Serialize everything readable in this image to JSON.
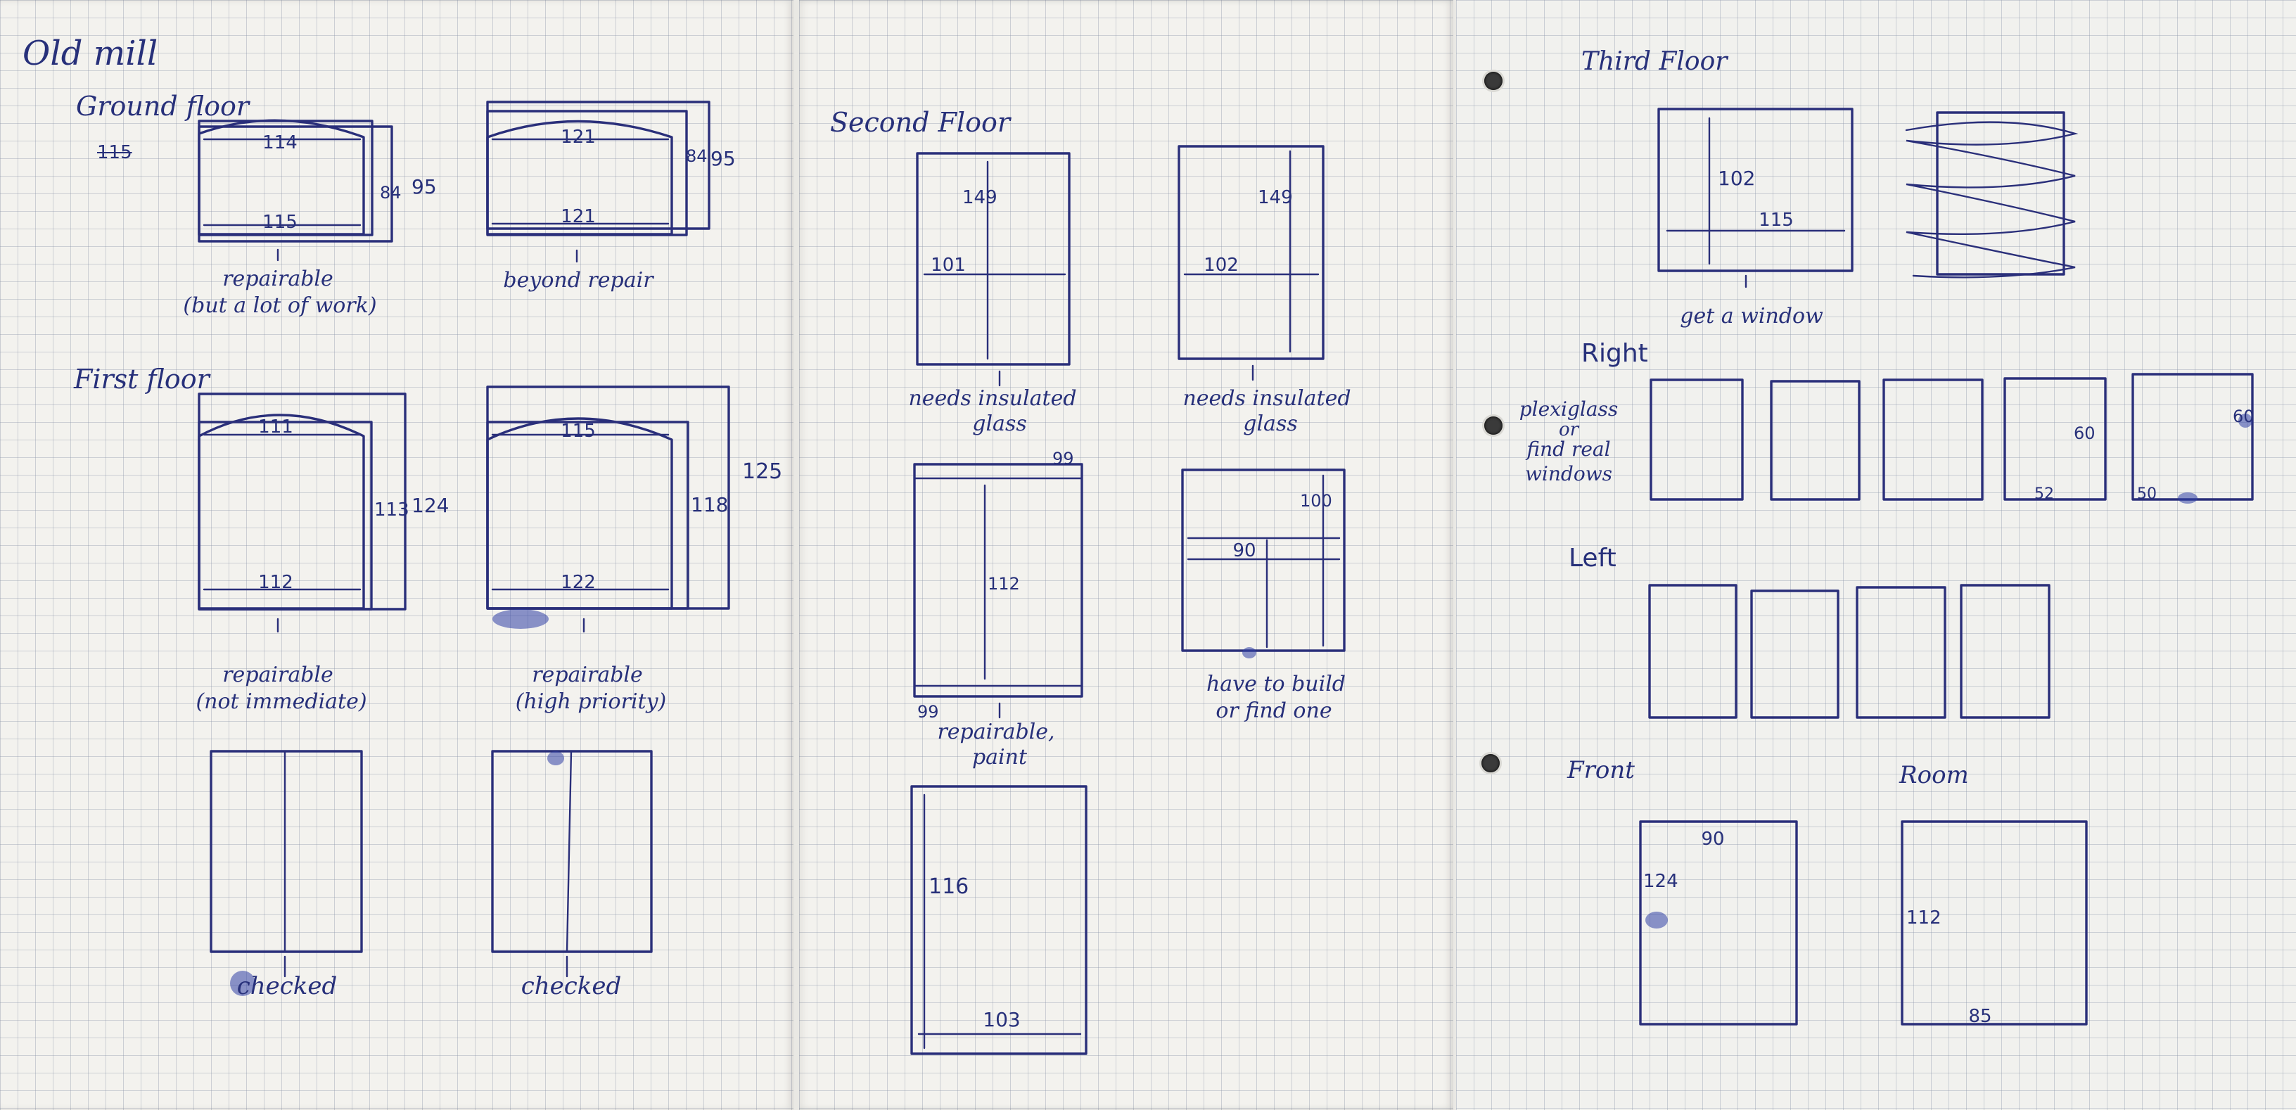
{
  "page1": {
    "title": "Old mill",
    "ground_floor": {
      "heading": "Ground floor",
      "margin_note": "115",
      "window_a": {
        "top": "114",
        "bottom": "115",
        "inner_h": "84",
        "outer_h": "95",
        "note_line1": "repairable",
        "note_line2": "(but a lot of work)"
      },
      "window_b": {
        "top": "121",
        "bottom": "121",
        "inner_h": "84",
        "outer_h": "95",
        "note": "beyond repair"
      }
    },
    "first_floor": {
      "heading": "First floor",
      "window_a": {
        "top": "111",
        "bottom": "112",
        "inner_h": "113",
        "outer_h": "124",
        "note_line1": "repairable",
        "note_line2": "(not immediate)"
      },
      "window_b": {
        "top": "115",
        "bottom": "122",
        "inner_h": "118",
        "outer_h": "125",
        "note_line1": "repairable",
        "note_line2": "(high priority)"
      },
      "door_a": {
        "note": "checked"
      },
      "door_b": {
        "note": "checked"
      }
    }
  },
  "page2": {
    "heading": "Second Floor",
    "window_a": {
      "width": "101",
      "height": "149",
      "note_line1": "needs insulated",
      "note_line2": "glass"
    },
    "window_b": {
      "width": "102",
      "height": "149",
      "note_line1": "needs insulated",
      "note_line2": "glass"
    },
    "window_c": {
      "top": "99",
      "height": "112",
      "bottom": "99",
      "note_line1": "repairable,",
      "note_line2": "paint"
    },
    "window_d": {
      "width": "90",
      "height": "100",
      "note_line1": "have to build",
      "note_line2": "or find one"
    },
    "window_e": {
      "height": "116",
      "width": "103"
    }
  },
  "page3": {
    "heading": "Third Floor",
    "window_a": {
      "height": "102",
      "width": "115",
      "note": "get a window"
    },
    "right": {
      "heading": "Right",
      "note_line1": "plexiglass",
      "note_line2": "or",
      "note_line3": "find real",
      "note_line4": "windows",
      "pane4_h": "60",
      "pane4_w": "52",
      "pane5_h": "60",
      "pane5_w": "50"
    },
    "left": {
      "heading": "Left"
    },
    "front": {
      "heading": "Front",
      "width": "90",
      "height": "124"
    },
    "room": {
      "heading": "Room",
      "height": "112",
      "width": "85"
    }
  },
  "colors": {
    "ink": "#2a2f7a",
    "paper": "#f3f2ee",
    "grid": "#a9b0bd"
  }
}
